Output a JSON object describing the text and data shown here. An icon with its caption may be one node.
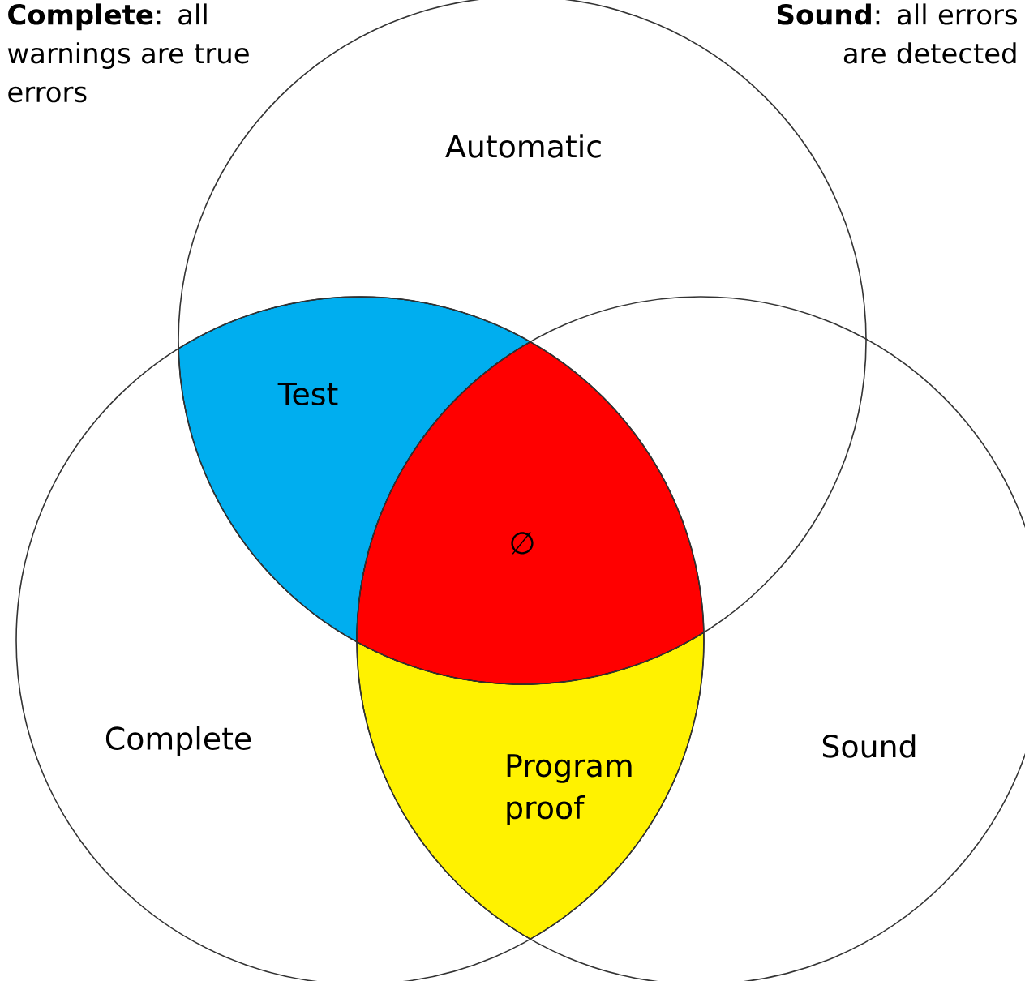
{
  "diagram": {
    "nodes": [
      {
        "text": [
          "Automatic"
        ]
      },
      {
        "text": [
          "Complete"
        ]
      },
      {
        "text": [
          "Sound"
        ]
      },
      {
        "text": [
          "Test"
        ]
      },
      {
        "text": [
          "∅"
        ]
      },
      {
        "text": [
          "Program proof"
        ]
      }
    ],
    "labels": [
      "**Complete**: all warnings are true errors",
      "**Sound**: all errors are detected"
    ]
  }
}
